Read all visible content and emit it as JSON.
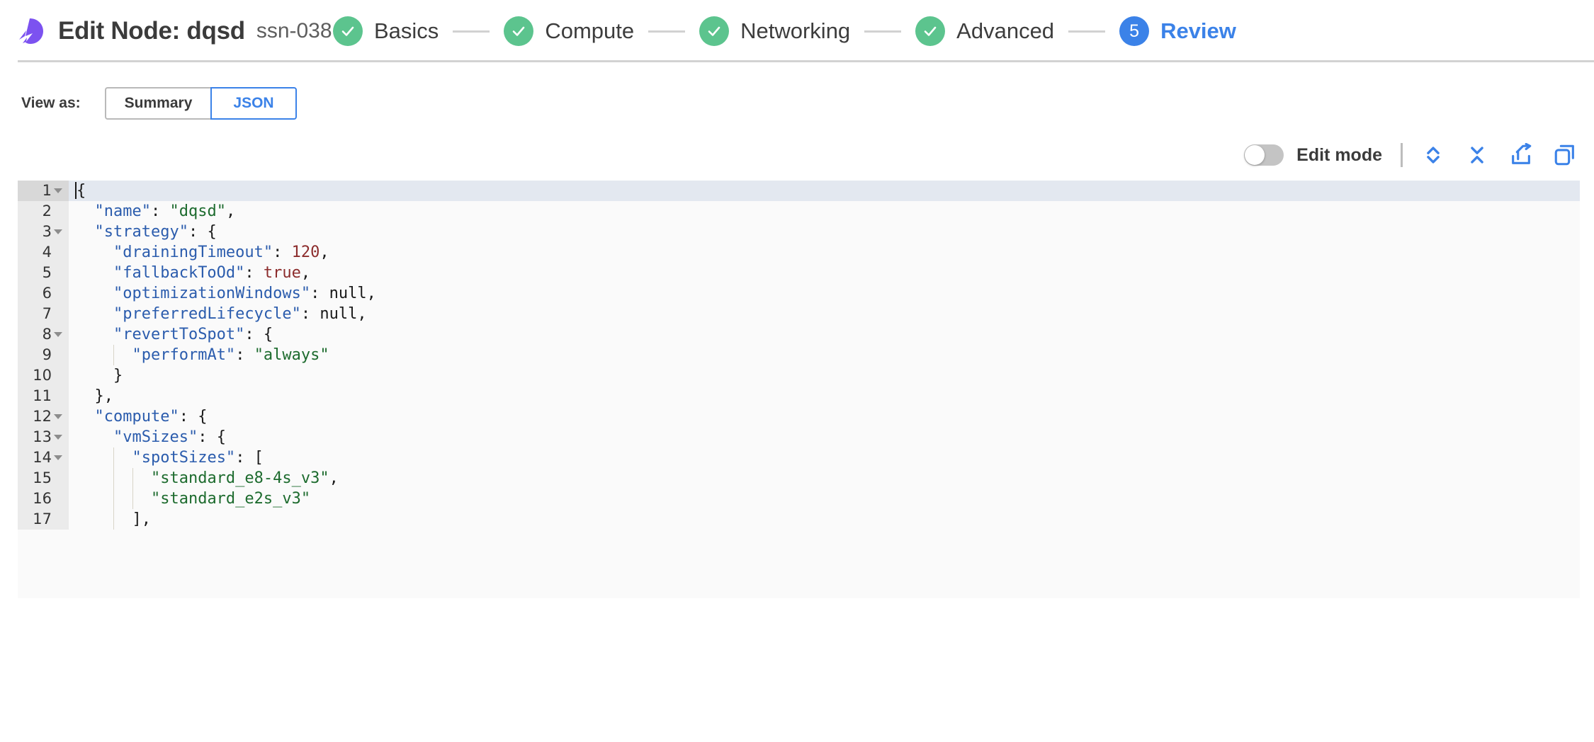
{
  "header": {
    "logo_icon": "spot-logo-icon",
    "title": "Edit Node: dqsd",
    "subtitle": "ssn-038",
    "steps": [
      {
        "label": "Basics",
        "state": "done",
        "number": "1"
      },
      {
        "label": "Compute",
        "state": "done",
        "number": "2"
      },
      {
        "label": "Networking",
        "state": "done",
        "number": "3"
      },
      {
        "label": "Advanced",
        "state": "done",
        "number": "4"
      },
      {
        "label": "Review",
        "state": "active",
        "number": "5"
      }
    ]
  },
  "view_as": {
    "label": "View as:",
    "options": [
      "Summary",
      "JSON"
    ],
    "summary_label": "Summary",
    "json_label": "JSON",
    "selected": "JSON"
  },
  "editor_toolbar": {
    "edit_mode_label": "Edit mode",
    "edit_mode_enabled": false,
    "icons": [
      "expand-all-icon",
      "collapse-all-icon",
      "export-icon",
      "copy-icon"
    ]
  },
  "colors": {
    "accent_blue": "#3b82e8",
    "success_green": "#5cc48e",
    "brand_purple": "#7c52f0",
    "json_key": "#2b5cad",
    "json_string": "#1d6b2e",
    "json_number": "#8c2c2c",
    "active_line": "#e3e8f0"
  },
  "json_editor": {
    "active_line": 1,
    "lines": [
      {
        "no": "1",
        "fold": true,
        "indent": 0,
        "tokens": [
          {
            "t": "{",
            "c": "p"
          }
        ],
        "cursor": true
      },
      {
        "no": "2",
        "fold": false,
        "indent": 1,
        "tokens": [
          {
            "t": "\"name\"",
            "c": "k"
          },
          {
            "t": ": ",
            "c": "p"
          },
          {
            "t": "\"dqsd\"",
            "c": "s"
          },
          {
            "t": ",",
            "c": "p"
          }
        ]
      },
      {
        "no": "3",
        "fold": true,
        "indent": 1,
        "tokens": [
          {
            "t": "\"strategy\"",
            "c": "k"
          },
          {
            "t": ": {",
            "c": "p"
          }
        ]
      },
      {
        "no": "4",
        "fold": false,
        "indent": 2,
        "tokens": [
          {
            "t": "\"drainingTimeout\"",
            "c": "k"
          },
          {
            "t": ": ",
            "c": "p"
          },
          {
            "t": "120",
            "c": "n"
          },
          {
            "t": ",",
            "c": "p"
          }
        ]
      },
      {
        "no": "5",
        "fold": false,
        "indent": 2,
        "tokens": [
          {
            "t": "\"fallbackToOd\"",
            "c": "k"
          },
          {
            "t": ": ",
            "c": "p"
          },
          {
            "t": "true",
            "c": "n"
          },
          {
            "t": ",",
            "c": "p"
          }
        ]
      },
      {
        "no": "6",
        "fold": false,
        "indent": 2,
        "tokens": [
          {
            "t": "\"optimizationWindows\"",
            "c": "k"
          },
          {
            "t": ": ",
            "c": "p"
          },
          {
            "t": "null",
            "c": "p"
          },
          {
            "t": ",",
            "c": "p"
          }
        ]
      },
      {
        "no": "7",
        "fold": false,
        "indent": 2,
        "tokens": [
          {
            "t": "\"preferredLifecycle\"",
            "c": "k"
          },
          {
            "t": ": ",
            "c": "p"
          },
          {
            "t": "null",
            "c": "p"
          },
          {
            "t": ",",
            "c": "p"
          }
        ]
      },
      {
        "no": "8",
        "fold": true,
        "indent": 2,
        "tokens": [
          {
            "t": "\"revertToSpot\"",
            "c": "k"
          },
          {
            "t": ": {",
            "c": "p"
          }
        ]
      },
      {
        "no": "9",
        "fold": false,
        "indent": 3,
        "tokens": [
          {
            "t": "\"performAt\"",
            "c": "k"
          },
          {
            "t": ": ",
            "c": "p"
          },
          {
            "t": "\"always\"",
            "c": "s"
          }
        ]
      },
      {
        "no": "10",
        "fold": false,
        "indent": 2,
        "tokens": [
          {
            "t": "}",
            "c": "p"
          }
        ]
      },
      {
        "no": "11",
        "fold": false,
        "indent": 1,
        "tokens": [
          {
            "t": "},",
            "c": "p"
          }
        ]
      },
      {
        "no": "12",
        "fold": true,
        "indent": 1,
        "tokens": [
          {
            "t": "\"compute\"",
            "c": "k"
          },
          {
            "t": ": {",
            "c": "p"
          }
        ]
      },
      {
        "no": "13",
        "fold": true,
        "indent": 2,
        "tokens": [
          {
            "t": "\"vmSizes\"",
            "c": "k"
          },
          {
            "t": ": {",
            "c": "p"
          }
        ]
      },
      {
        "no": "14",
        "fold": true,
        "indent": 3,
        "tokens": [
          {
            "t": "\"spotSizes\"",
            "c": "k"
          },
          {
            "t": ": [",
            "c": "p"
          }
        ]
      },
      {
        "no": "15",
        "fold": false,
        "indent": 4,
        "tokens": [
          {
            "t": "\"standard_e8-4s_v3\"",
            "c": "s"
          },
          {
            "t": ",",
            "c": "p"
          }
        ]
      },
      {
        "no": "16",
        "fold": false,
        "indent": 4,
        "tokens": [
          {
            "t": "\"standard_e2s_v3\"",
            "c": "s"
          }
        ]
      },
      {
        "no": "17",
        "fold": false,
        "indent": 3,
        "tokens": [
          {
            "t": "],",
            "c": "p"
          }
        ]
      }
    ]
  }
}
